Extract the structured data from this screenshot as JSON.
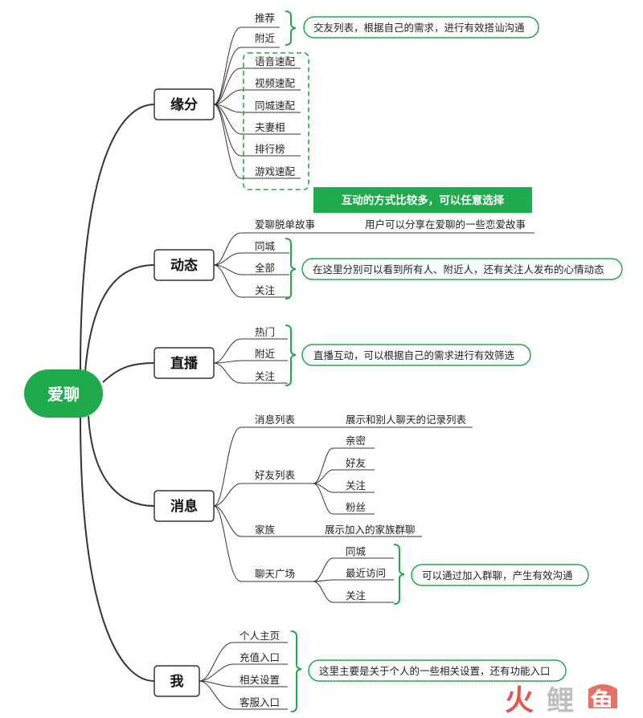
{
  "root": {
    "label": "爱聊",
    "color": "#1faa4b"
  },
  "colors": {
    "accent": "#1faa4b",
    "line": "#333333",
    "watermark_red": "#e0453a",
    "watermark_gray": "#b8b8b8"
  },
  "branches": [
    {
      "id": "yuanfen",
      "label": "缘分",
      "leaves": [
        "推荐",
        "附近",
        "语音速配",
        "视频速配",
        "同城速配",
        "夫妻相",
        "排行榜",
        "游戏速配"
      ],
      "notes": [
        "交友列表，根据自己的需求，进行有效搭讪沟通"
      ]
    },
    {
      "id": "dongtai",
      "label": "动态",
      "leaves": [
        "爱聊脱单故事",
        "同城",
        "全部",
        "关注"
      ],
      "highlight": "互动的方式比较多，可以任意选择",
      "story_desc": "用户可以分享在爱聊的一些恋爱故事",
      "notes": [
        "在这里分别可以看到所有人、附近人，还有关注人发布的心情动态"
      ]
    },
    {
      "id": "zhibo",
      "label": "直播",
      "leaves": [
        "热门",
        "附近",
        "关注"
      ],
      "notes": [
        "直播互动，可以根据自己的需求进行有效筛选"
      ]
    },
    {
      "id": "xiaoxi",
      "label": "消息",
      "leaves": [
        "消息列表",
        "好友列表",
        "家族",
        "聊天广场"
      ],
      "msg_desc": "展示和别人聊天的记录列表",
      "friend_sub": [
        "亲密",
        "好友",
        "关注",
        "粉丝"
      ],
      "family_desc": "展示加入的家族群聊",
      "plaza_sub": [
        "同城",
        "最近访问",
        "关注"
      ],
      "notes": [
        "可以通过加入群聊，产生有效沟通"
      ]
    },
    {
      "id": "wo",
      "label": "我",
      "leaves": [
        "个人主页",
        "充值入口",
        "相关设置",
        "客服入口"
      ],
      "notes": [
        "这里主要是关于个人的一些相关设置，还有功能入口"
      ]
    }
  ],
  "watermark": {
    "chars": [
      "火",
      "鲤",
      "鱼"
    ],
    "icon_name": "fish-logo-icon"
  }
}
